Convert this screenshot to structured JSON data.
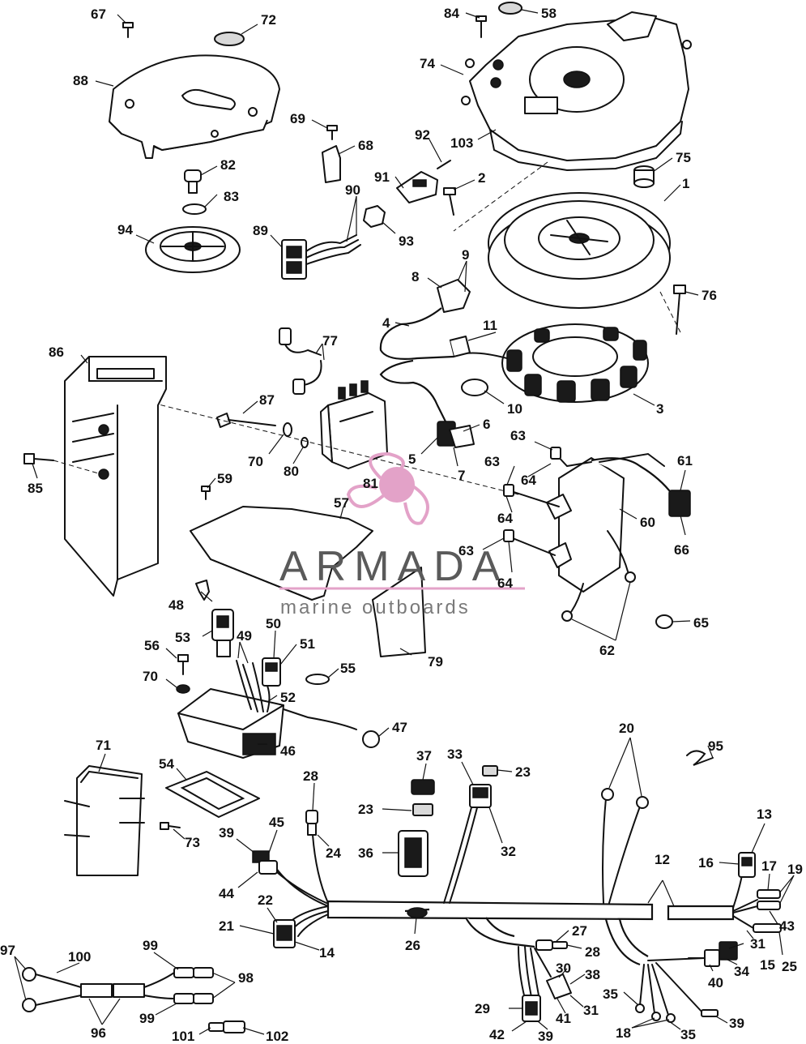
{
  "watermark": {
    "brand": "ARMADA",
    "tagline": "marine outboards",
    "color": "#e3a2c8"
  },
  "callouts": {
    "n1": "1",
    "n2": "2",
    "n3": "3",
    "n4": "4",
    "n5": "5",
    "n6": "6",
    "n7": "7",
    "n8": "8",
    "n9": "9",
    "n10": "10",
    "n11": "11",
    "n12": "12",
    "n13": "13",
    "n14": "14",
    "n15": "15",
    "n16": "16",
    "n17": "17",
    "n18": "18",
    "n19": "19",
    "n20": "20",
    "n21": "21",
    "n22": "22",
    "n23": "23",
    "n24": "24",
    "n25": "25",
    "n26": "26",
    "n27": "27",
    "n28": "28",
    "n29": "29",
    "n30": "30",
    "n31": "31",
    "n32": "32",
    "n33": "33",
    "n34": "34",
    "n35": "35",
    "n36": "36",
    "n37": "37",
    "n38": "38",
    "n39": "39",
    "n40": "40",
    "n41": "41",
    "n42": "42",
    "n43": "43",
    "n44": "44",
    "n45": "45",
    "n46": "46",
    "n47": "47",
    "n48": "48",
    "n49": "49",
    "n50": "50",
    "n51": "51",
    "n52": "52",
    "n53": "53",
    "n54": "54",
    "n55": "55",
    "n56": "56",
    "n57": "57",
    "n58": "58",
    "n59": "59",
    "n60": "60",
    "n61": "61",
    "n62": "62",
    "n63": "63",
    "n64": "64",
    "n65": "65",
    "n66": "66",
    "n67": "67",
    "n68": "68",
    "n69": "69",
    "n70": "70",
    "n71": "71",
    "n72": "72",
    "n73": "73",
    "n74": "74",
    "n75": "75",
    "n76": "76",
    "n77": "77",
    "n79": "79",
    "n80": "80",
    "n81": "81",
    "n82": "82",
    "n83": "83",
    "n84": "84",
    "n85": "85",
    "n86": "86",
    "n87": "87",
    "n88": "88",
    "n89": "89",
    "n90": "90",
    "n91": "91",
    "n92": "92",
    "n93": "93",
    "n94": "94",
    "n95": "95",
    "n96": "96",
    "n97": "97",
    "n98": "98",
    "n99": "99",
    "n100": "100",
    "n101": "101",
    "n102": "102",
    "n103": "103"
  }
}
